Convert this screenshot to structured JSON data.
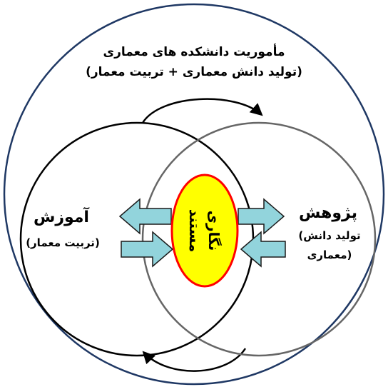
{
  "diagram": {
    "mission_title": "مأموریت دانشکده های معماری",
    "mission_subtitle": "(تولید دانش معماری + تربیت معمار)",
    "education": {
      "label": "آموزش",
      "sub": "(تربیت معمار)"
    },
    "research": {
      "label": "پژوهش",
      "sub_line1": "(تولید دانش",
      "sub_line2": "معماری)"
    },
    "center": {
      "line1": "مستند",
      "line2": "نگاری"
    },
    "colors": {
      "outline": "#000000",
      "outer_circle": "#1f3864",
      "arrow_fill": "#92d4dc",
      "arrow_stroke": "#1a1a1a",
      "center_fill": "#ffff00",
      "center_stroke": "#ff0000"
    }
  }
}
